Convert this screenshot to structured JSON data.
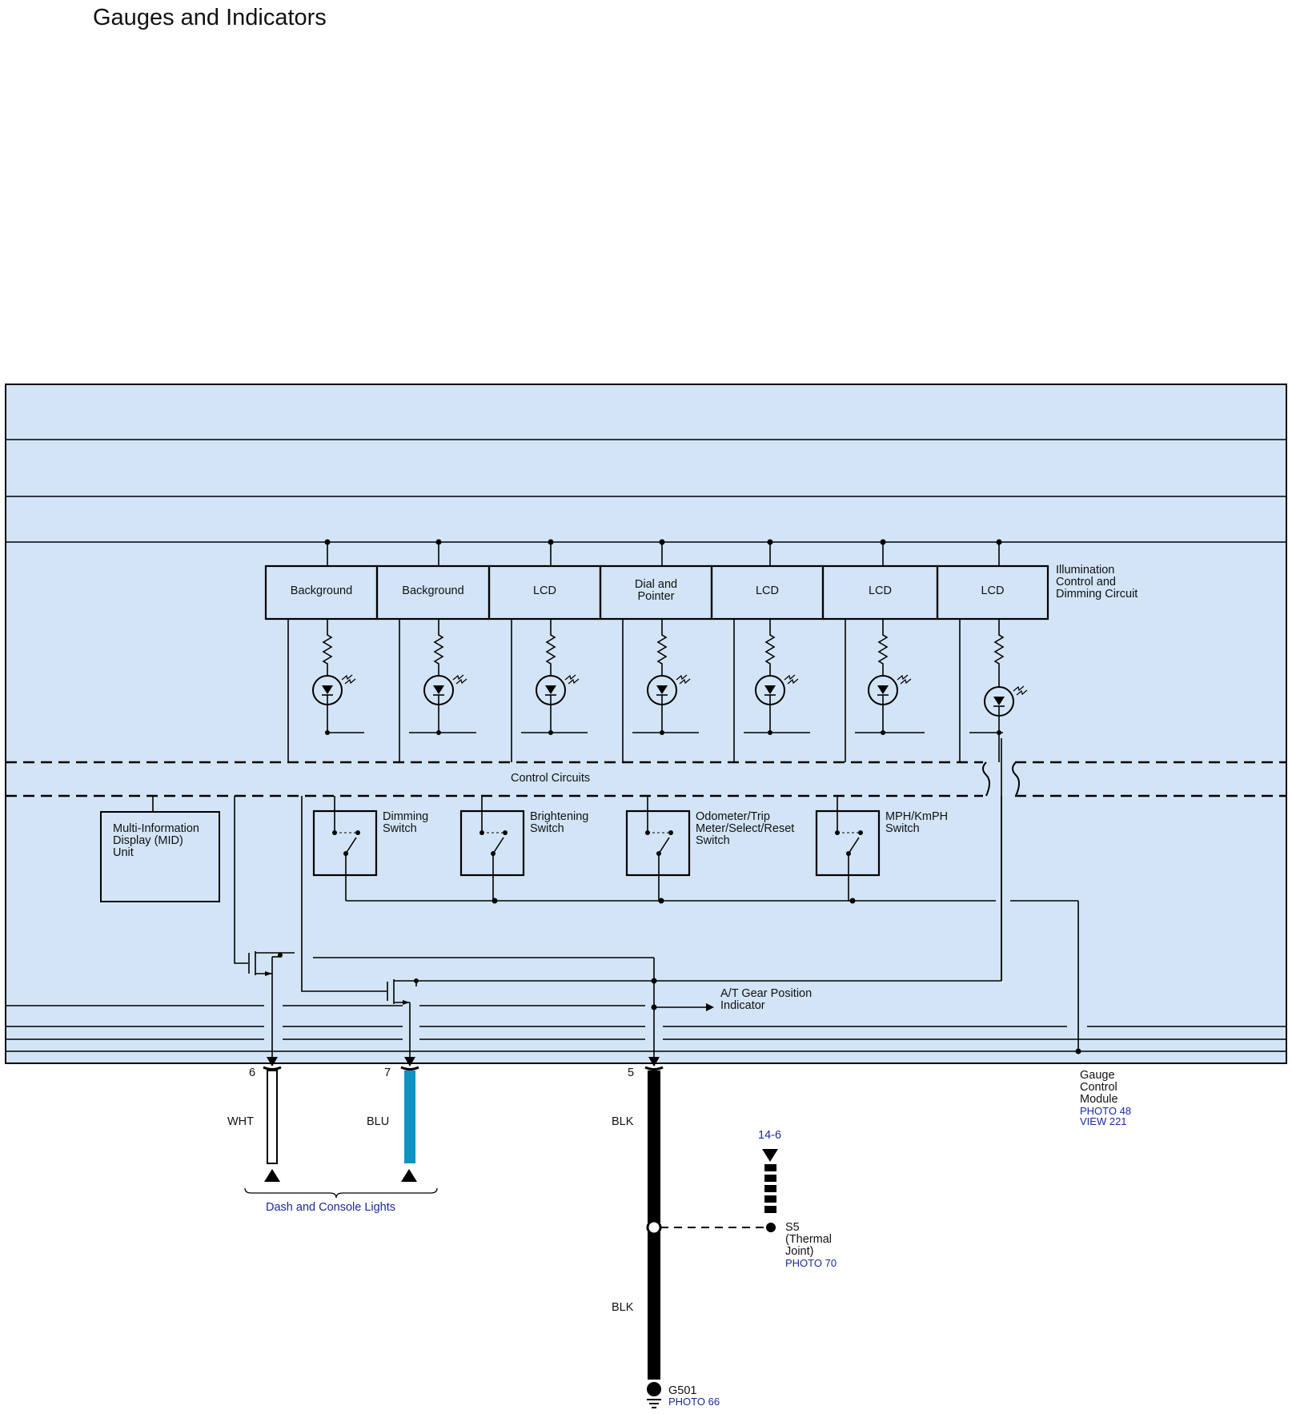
{
  "page": {
    "title": "Gauges and Indicators"
  },
  "module": {
    "name_lines": [
      "Gauge",
      "Control",
      "Module"
    ],
    "photo": "PHOTO 48",
    "view": "VIEW 221"
  },
  "illumination": {
    "label_lines": [
      "Illumination",
      "Control and",
      "Dimming Circuit"
    ],
    "boxes": [
      {
        "lines": [
          "Background"
        ]
      },
      {
        "lines": [
          "Background"
        ]
      },
      {
        "lines": [
          "LCD"
        ]
      },
      {
        "lines": [
          "Dial and",
          "Pointer"
        ]
      },
      {
        "lines": [
          "LCD"
        ]
      },
      {
        "lines": [
          "LCD"
        ]
      },
      {
        "lines": [
          "LCD"
        ]
      }
    ]
  },
  "control_circuits": {
    "label": "Control Circuits"
  },
  "mid_unit": {
    "lines": [
      "Multi-Information",
      "Display (MID)",
      "Unit"
    ]
  },
  "switches": [
    {
      "lines": [
        "Dimming",
        "Switch"
      ]
    },
    {
      "lines": [
        "Brightening",
        "Switch"
      ]
    },
    {
      "lines": [
        "Odometer/Trip",
        "Meter/Select/Reset",
        "Switch"
      ]
    },
    {
      "lines": [
        "MPH/KmPH",
        "Switch"
      ]
    }
  ],
  "at_indicator": {
    "lines": [
      "A/T Gear Position",
      "Indicator"
    ]
  },
  "terminals": [
    {
      "pin": "6",
      "wire": "WHT",
      "wire_color": "#ffffff"
    },
    {
      "pin": "7",
      "wire": "BLU",
      "wire_color": "#0e93c4"
    },
    {
      "pin": "5",
      "wire": "BLK",
      "wire_color": "#000000"
    }
  ],
  "dash_lights": {
    "label": "Dash and Console Lights"
  },
  "ref_14_6": {
    "label": "14-6"
  },
  "s5": {
    "lines": [
      "S5",
      "(Thermal",
      "Joint)"
    ],
    "photo": "PHOTO 70"
  },
  "blk_lower": {
    "wire": "BLK"
  },
  "ground": {
    "name": "G501",
    "photo": "PHOTO 66"
  },
  "colors": {
    "module_fill": "#d2e4f6",
    "link_text": "#1a2a9a",
    "blu_wire": "#0e93c4"
  }
}
